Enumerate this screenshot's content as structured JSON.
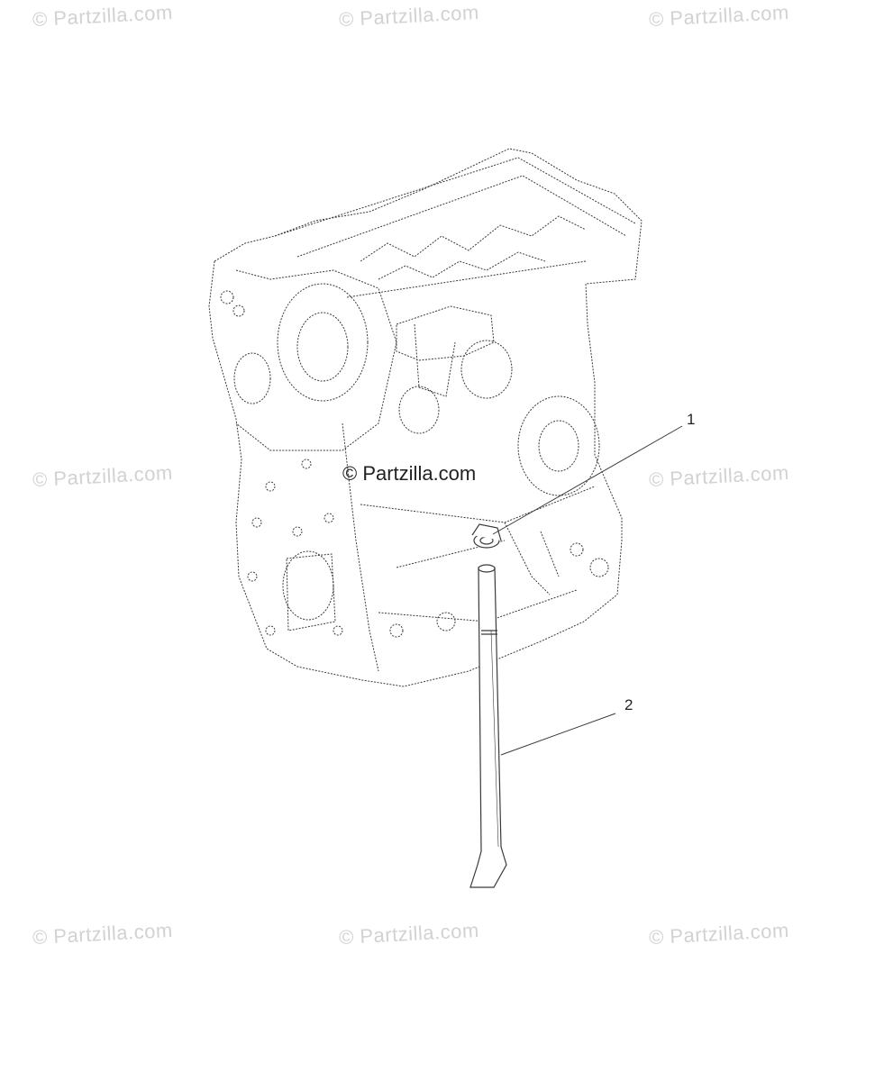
{
  "watermarks": {
    "text": "© Partzilla.com",
    "center_text": "© Partzilla.com"
  },
  "callouts": [
    {
      "number": "1"
    },
    {
      "number": "2"
    }
  ],
  "colors": {
    "line": "#3a3a3a",
    "watermark": "#d2d2d2"
  }
}
